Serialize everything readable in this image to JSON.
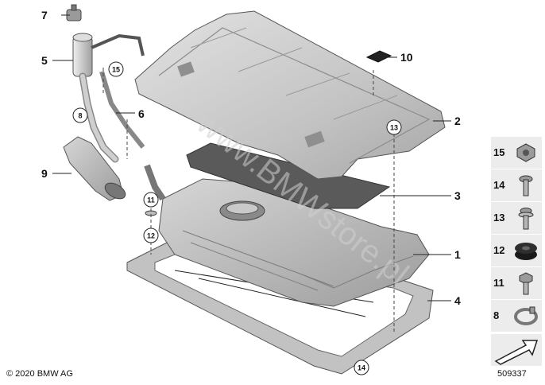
{
  "callouts": {
    "c1": "1",
    "c2": "2",
    "c3": "3",
    "c4": "4",
    "c5": "5",
    "c6": "6",
    "c7": "7",
    "c8": "8",
    "c9": "9",
    "c10": "10",
    "c11": "11",
    "c12": "12",
    "c13": "13",
    "c14": "14",
    "c15": "15"
  },
  "parts_panel": {
    "items": [
      {
        "number": "15",
        "icon": "nut-icon"
      },
      {
        "number": "14",
        "icon": "screw-icon"
      },
      {
        "number": "13",
        "icon": "collar-screw-icon"
      },
      {
        "number": "12",
        "icon": "rubber-grommet-icon"
      },
      {
        "number": "11",
        "icon": "hex-bolt-icon"
      },
      {
        "number": "8",
        "icon": "hose-clamp-icon"
      }
    ],
    "footer_icon": "arrow-icon"
  },
  "footer": {
    "copyright": "© 2020 BMW AG",
    "diagram_id": "509337"
  },
  "watermark": "www.BMWstore.pl",
  "colors": {
    "part_fill": "#c9c9c9",
    "part_dark": "#9a9a9a",
    "part_light": "#e4e4e4",
    "panel_bg": "#ececec"
  }
}
